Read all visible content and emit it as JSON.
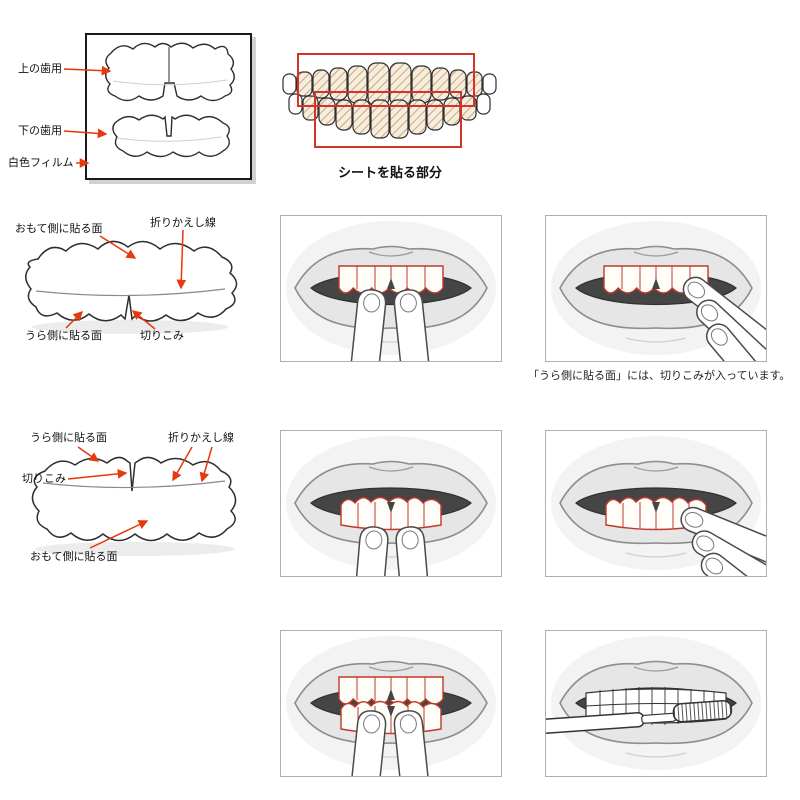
{
  "page": {
    "background": "#ffffff"
  },
  "colors": {
    "accent_red": "#e8380d",
    "sheet_outline_red": "#c0392b",
    "line_dark": "#2e2e2e",
    "mouth_dark": "#454545",
    "hatch_fill": "#f6edda",
    "red_box": "#d5322a"
  },
  "package_diagram": {
    "labels": {
      "upper_sheet": "上の歯用",
      "lower_sheet": "下の歯用",
      "white_film": "白色フィルム"
    }
  },
  "placement_diagram": {
    "caption": "シートを貼る部分"
  },
  "upper_sheet_diagram": {
    "labels": {
      "front_face": "おもて側に貼る面",
      "fold_line": "折りかえし線",
      "back_face": "うら側に貼る面",
      "slit": "切りこみ"
    }
  },
  "lower_sheet_diagram": {
    "labels": {
      "back_face": "うら側に貼る面",
      "fold_line": "折りかえし線",
      "slit": "切りこみ",
      "front_face": "おもて側に貼る面"
    }
  },
  "note": "「うら側に貼る面」には、切りこみが入っています。"
}
